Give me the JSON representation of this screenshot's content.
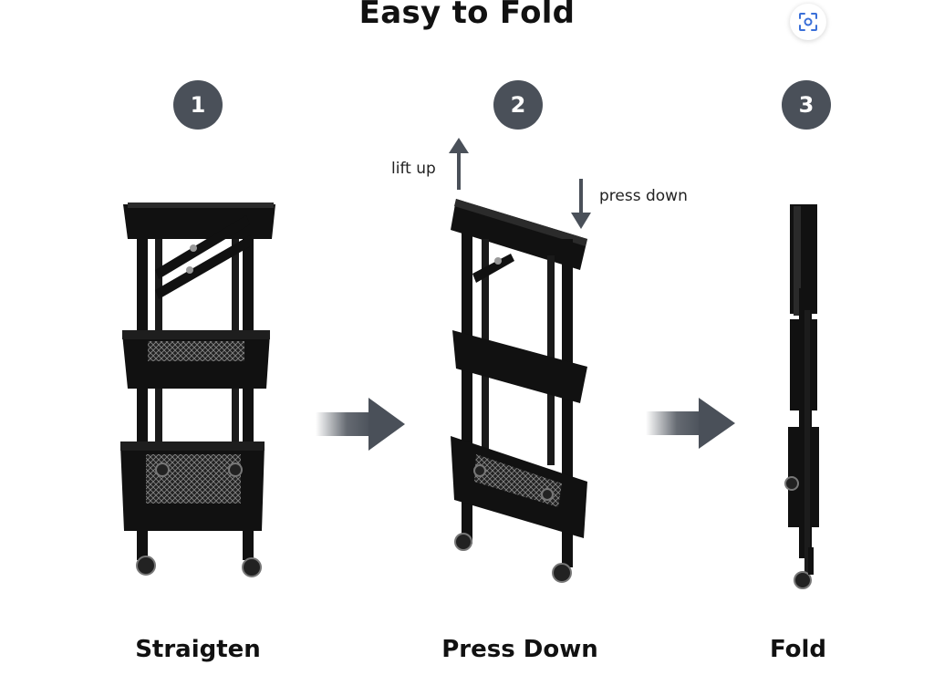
{
  "page": {
    "title": "Easy to Fold"
  },
  "toolbar": {
    "lens_icon": "visual-search-icon"
  },
  "steps": [
    {
      "number": "1",
      "caption": "Straigten"
    },
    {
      "number": "2",
      "caption": "Press Down"
    },
    {
      "number": "3",
      "caption": "Fold"
    }
  ],
  "annotations": {
    "lift_up": "lift up",
    "press_down": "press down"
  },
  "colors": {
    "badge": "#4a5059",
    "arrow": "#4a5059",
    "cart": "#111111"
  }
}
